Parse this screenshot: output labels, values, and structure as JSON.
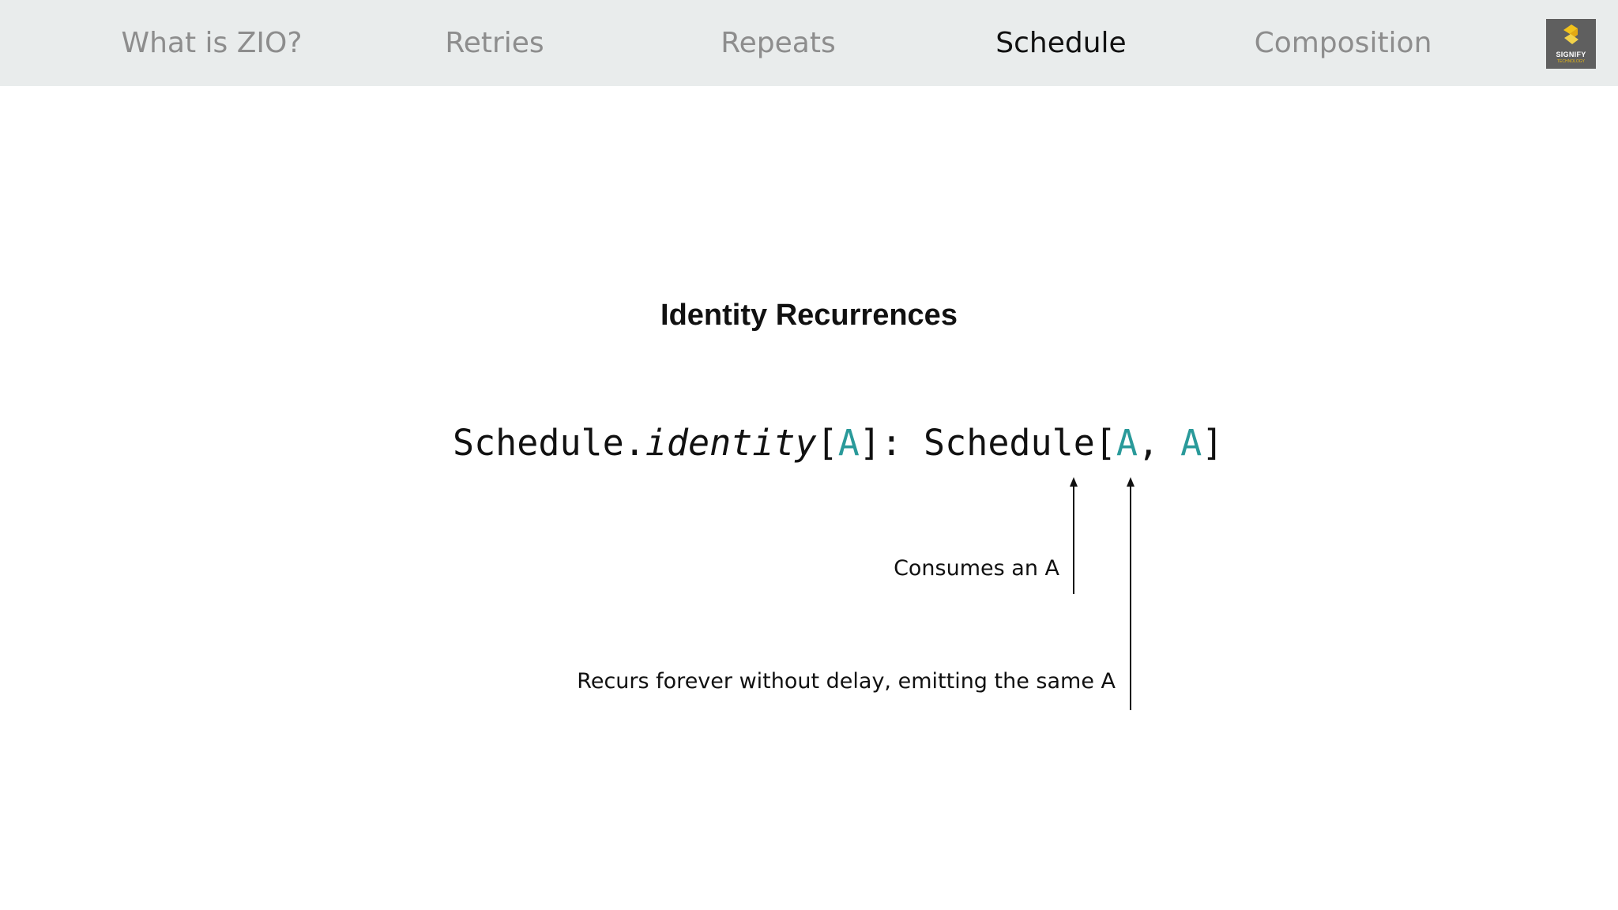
{
  "nav": {
    "tabs": [
      {
        "label": "What is ZIO?"
      },
      {
        "label": "Retries"
      },
      {
        "label": "Repeats"
      },
      {
        "label": "Schedule",
        "active": true
      },
      {
        "label": "Composition"
      }
    ],
    "logo": {
      "name": "SIGNIFY",
      "subtitle": "TECHNOLOGY"
    }
  },
  "slide": {
    "title": "Identity Recurrences",
    "code": {
      "prefix": "Schedule.",
      "method": "identity",
      "open1": "[",
      "type_param": "A",
      "close1": "]: Schedule[",
      "input_type": "A",
      "comma": ", ",
      "output_type": "A",
      "close2": "]"
    },
    "annotations": {
      "input": "Consumes an A",
      "output": "Recurs forever without delay, emitting the same A"
    }
  },
  "colors": {
    "topbar": "#e9ecec",
    "tab_inactive": "#8d8d8d",
    "tab_active": "#111111",
    "type_param": "#2a9a9a",
    "logo_bg": "#5f5f5f",
    "logo_accent": "#e6b817"
  }
}
